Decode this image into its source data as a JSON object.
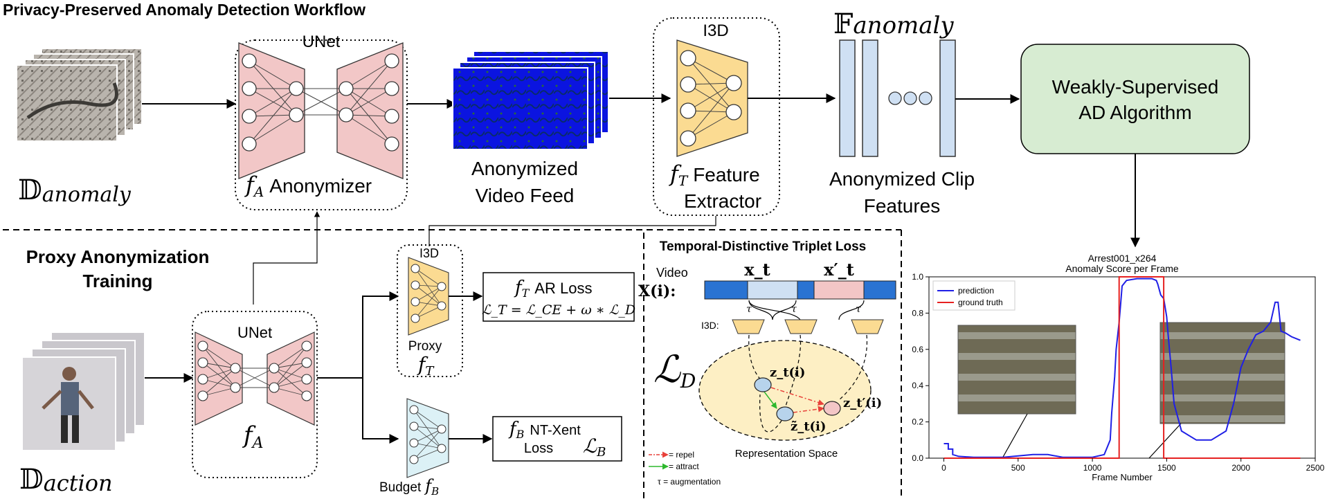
{
  "workflow": {
    "title": "Privacy-Preserved Anomaly Detection Workflow",
    "dataset_symbol": "𝔻",
    "dataset_subscript": "anomaly",
    "unet_label": "UNet",
    "anonymizer_symbol": "f",
    "anonymizer_sub": "A",
    "anonymizer_label": "Anonymizer",
    "anon_video_line1": "Anonymized",
    "anon_video_line2": "Video Feed",
    "i3d_label": "I3D",
    "feature_symbol": "f",
    "feature_sub": "T",
    "feature_line1": "Feature",
    "feature_line2": "Extractor",
    "features_symbol": "𝔽",
    "features_subscript": "anomaly",
    "clip_features_line1": "Anonymized Clip",
    "clip_features_line2": "Features",
    "ad_line1": "Weakly-Supervised",
    "ad_line2": "AD Algorithm"
  },
  "proxy": {
    "title_line1": "Proxy Anonymization",
    "title_line2": "Training",
    "unet_label": "UNet",
    "fa_symbol": "f",
    "fa_sub": "A",
    "i3d_label": "I3D",
    "proxy_label": "Proxy",
    "ft_symbol": "f",
    "ft_sub": "T",
    "ar_loss_label": "AR Loss",
    "ar_loss_eq": "ℒ_T = ℒ_CE + ω ∗ ℒ_D",
    "budget_label": "Budget",
    "fb_symbol": "f",
    "fb_sub": "B",
    "ntxent_label": "NT-Xent",
    "loss_label": "Loss",
    "lb_symbol": "ℒ",
    "lb_sub": "B",
    "dataset_symbol": "𝔻",
    "dataset_subscript": "action"
  },
  "triplet": {
    "title": "Temporal-Distinctive Triplet Loss",
    "video_label": "Video",
    "x_label": "X(i):",
    "xt_label": "x_t",
    "xt_prime_label": "x′_t",
    "tau": "τ",
    "i3d_label": "I3D:",
    "ld_symbol": "ℒ",
    "ld_sub": "D",
    "z_t": "z_t(i)",
    "z_tilde": "z̃_t(i)",
    "z_tprime": "z_t′(i)",
    "space_label": "Representation Space",
    "legend_repel": "= repel",
    "legend_attract": "= attract",
    "legend_tau": "τ = augmentation",
    "colors": {
      "repel": "#e8413a",
      "attract": "#2db82d",
      "anchor": "#b7d3ec",
      "positive": "#b7d3ec",
      "negative": "#f3c6c6"
    }
  },
  "chart_data": {
    "type": "line",
    "title": "Arrest001_x264",
    "subtitle": "Anomaly Score per Frame",
    "xlabel": "Frame Number",
    "ylabel": "",
    "xlim": [
      -100,
      2500
    ],
    "ylim": [
      0,
      1.0
    ],
    "xticks": [
      0,
      500,
      1000,
      1500,
      2000,
      2500
    ],
    "yticks": [
      0.0,
      0.2,
      0.4,
      0.6,
      0.8,
      1.0
    ],
    "grid": false,
    "legend_position": "top-left",
    "series": [
      {
        "name": "prediction",
        "color": "#1f1fe6",
        "x": [
          0,
          30,
          30,
          60,
          60,
          100,
          200,
          400,
          600,
          700,
          800,
          1000,
          1080,
          1120,
          1130,
          1150,
          1160,
          1180,
          1190,
          1200,
          1230,
          1300,
          1400,
          1430,
          1440,
          1460,
          1480,
          1500,
          1510,
          1530,
          1550,
          1600,
          1700,
          1800,
          1900,
          1950,
          2000,
          2050,
          2100,
          2150,
          2200,
          2230,
          2250,
          2270,
          2300,
          2340,
          2400
        ],
        "y": [
          0.08,
          0.08,
          0.05,
          0.05,
          0.02,
          0.01,
          0.005,
          0.005,
          0.02,
          0.02,
          0.005,
          0.005,
          0.02,
          0.1,
          0.25,
          0.45,
          0.6,
          0.75,
          0.85,
          0.95,
          0.98,
          0.99,
          0.99,
          0.98,
          0.96,
          0.9,
          0.88,
          0.78,
          0.68,
          0.5,
          0.3,
          0.15,
          0.1,
          0.1,
          0.15,
          0.3,
          0.5,
          0.6,
          0.68,
          0.7,
          0.75,
          0.86,
          0.86,
          0.7,
          0.69,
          0.67,
          0.65
        ]
      },
      {
        "name": "ground truth",
        "color": "#e62020",
        "x": [
          0,
          1180,
          1180,
          1480,
          1480,
          2400
        ],
        "y": [
          0,
          0,
          1.0,
          1.0,
          0,
          0
        ]
      }
    ]
  }
}
